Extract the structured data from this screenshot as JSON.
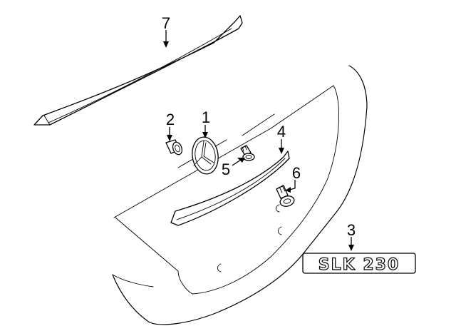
{
  "callouts": {
    "c1": "1",
    "c2": "2",
    "c3": "3",
    "c4": "4",
    "c5": "5",
    "c6": "6",
    "c7": "7"
  },
  "parts": {
    "emblem_star": "Mercedes star emblem",
    "badge_text": "SLK 230"
  },
  "colors": {
    "line": "#000000",
    "background": "#ffffff"
  }
}
